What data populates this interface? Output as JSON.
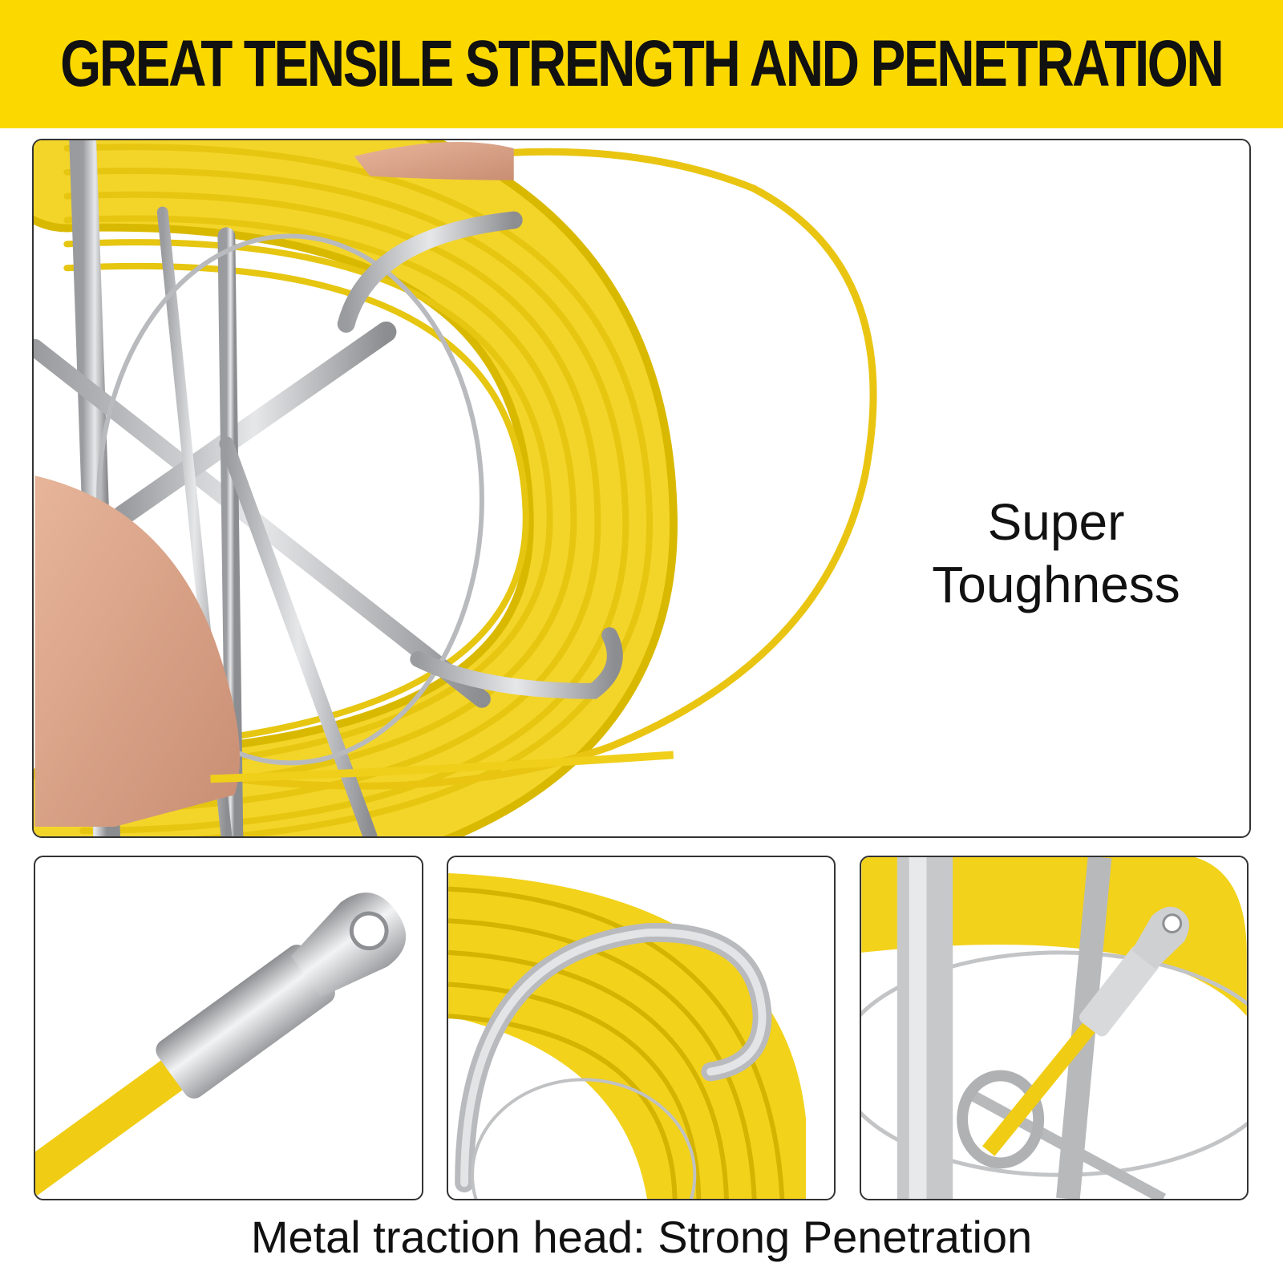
{
  "banner": {
    "title": "GREAT TENSILE STRENGTH AND PENETRATION"
  },
  "main_panel": {
    "feature_line_1": "Super",
    "feature_line_2": "Toughness"
  },
  "caption": "Metal traction head: Strong Penetration",
  "colors": {
    "banner": "#fbd800",
    "rod_yellow": "#f2d21b",
    "metal": "#c9cacc"
  }
}
